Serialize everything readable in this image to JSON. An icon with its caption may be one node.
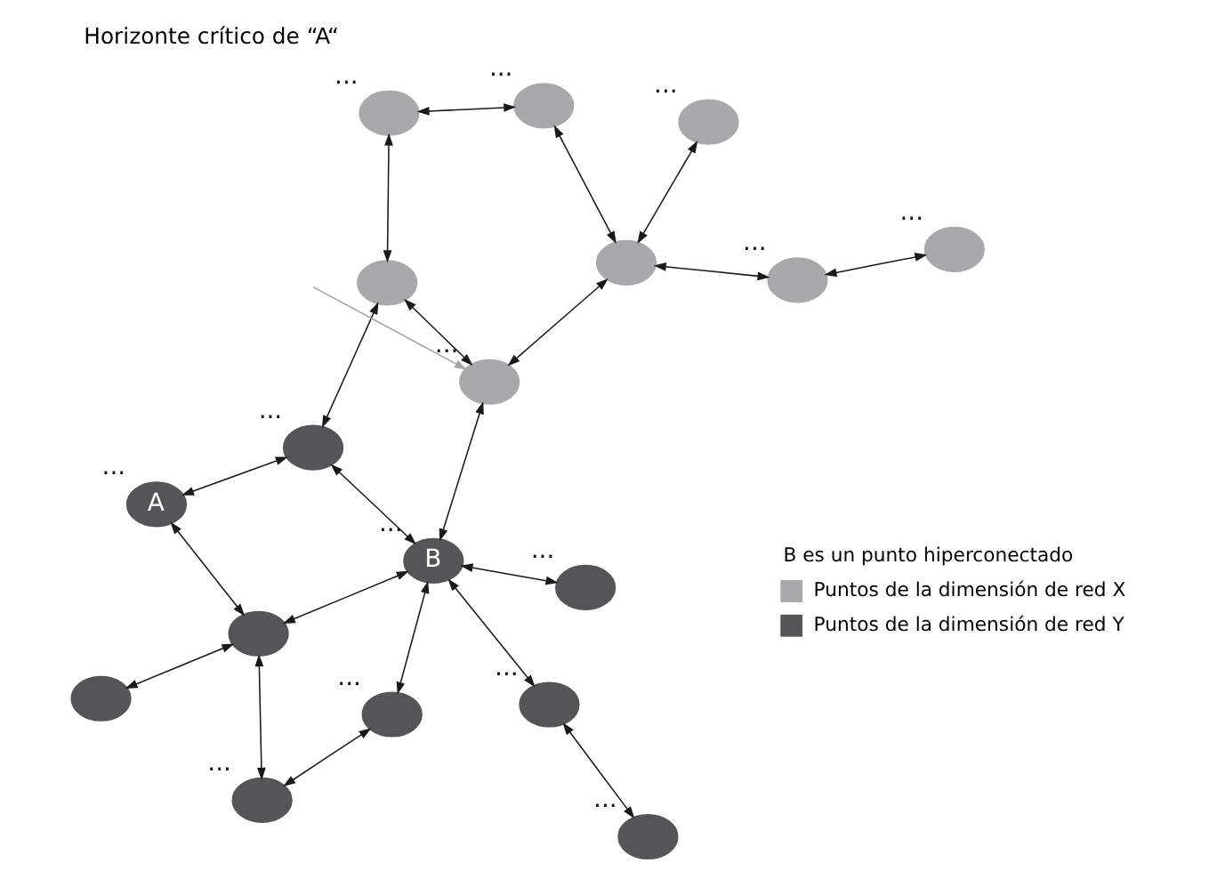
{
  "diagram": {
    "title": "Horizonte crítico de “A“",
    "nodes": [
      {
        "text": [],
        "shape": "circle"
      },
      {
        "text": [
          "A"
        ],
        "beside": [
          "..."
        ]
      },
      {
        "text": [],
        "shape": "circle"
      },
      {
        "text": [],
        "shape": "circle",
        "beside": [
          "..."
        ]
      },
      {
        "text": [],
        "shape": "circle",
        "beside": [
          "..."
        ]
      },
      {
        "text": [
          "B"
        ],
        "beside": [
          "..."
        ]
      },
      {
        "text": [],
        "shape": "circle",
        "beside": [
          "..."
        ]
      },
      {
        "text": [],
        "shape": "circle",
        "beside": [
          "..."
        ]
      },
      {
        "text": [],
        "shape": "circle",
        "beside": [
          "..."
        ]
      },
      {
        "text": [],
        "shape": "circle",
        "beside": [
          "..."
        ]
      },
      {
        "text": [],
        "shape": "circle"
      },
      {
        "text": [],
        "shape": "circle",
        "beside": [
          "..."
        ]
      },
      {
        "text": [],
        "shape": "circle",
        "beside": [
          "..."
        ]
      },
      {
        "text": [],
        "shape": "circle",
        "beside": [
          "..."
        ]
      },
      {
        "text": [],
        "shape": "circle"
      },
      {
        "text": [],
        "shape": "circle",
        "beside": [
          "..."
        ]
      },
      {
        "text": [],
        "shape": "circle",
        "beside": [
          "..."
        ]
      },
      {
        "text": [],
        "shape": "circle",
        "beside": [
          "..."
        ]
      }
    ],
    "edges": [
      {
        "from": 0,
        "to": 2,
        "arrow": "both"
      },
      {
        "from": 1,
        "to": 2,
        "arrow": "both"
      },
      {
        "from": 1,
        "to": 3,
        "arrow": "both"
      },
      {
        "from": 2,
        "to": 4,
        "arrow": "both"
      },
      {
        "from": 2,
        "to": 5,
        "arrow": "both"
      },
      {
        "from": 3,
        "to": 5,
        "arrow": "both"
      },
      {
        "from": 3,
        "to": 10,
        "arrow": "both"
      },
      {
        "from": 4,
        "to": 6,
        "arrow": "both"
      },
      {
        "from": 5,
        "to": 6,
        "arrow": "both"
      },
      {
        "from": 5,
        "to": 7,
        "arrow": "both"
      },
      {
        "from": 5,
        "to": 8,
        "arrow": "both"
      },
      {
        "from": 8,
        "to": 9,
        "arrow": "both"
      },
      {
        "from": 5,
        "to": 13,
        "arrow": "both"
      },
      {
        "from": 10,
        "to": 11,
        "arrow": "both"
      },
      {
        "from": 10,
        "to": 13,
        "arrow": "both"
      },
      {
        "from": 11,
        "to": 12,
        "arrow": "both"
      },
      {
        "from": 12,
        "to": 14,
        "arrow": "both"
      },
      {
        "from": 13,
        "to": 14,
        "arrow": "both"
      },
      {
        "from": 14,
        "to": 17,
        "arrow": "both"
      },
      {
        "from": 14,
        "to": 16,
        "arrow": "both"
      },
      {
        "from": 16,
        "to": 15,
        "arrow": "both"
      },
      {
        "from": null,
        "to": 13,
        "arrow": "to",
        "color": "#a6a6a6"
      }
    ],
    "labels": [
      "B es un punto hiperconectado"
    ],
    "legend": [
      {
        "text": "Puntos de la dimensión de red X",
        "color": "#a9a9ab"
      },
      {
        "text": "Puntos de la dimensión de red Y",
        "color": "#555557"
      }
    ]
  }
}
